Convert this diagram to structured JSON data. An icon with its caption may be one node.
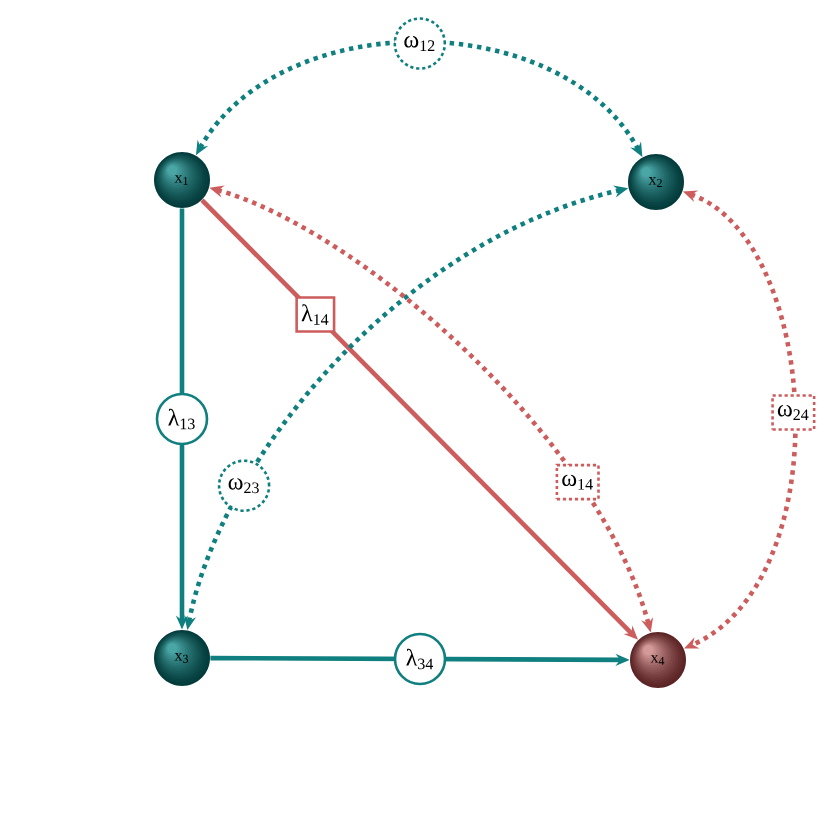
{
  "diagram": {
    "nodes": [
      {
        "text": [
          "x$_{1}$"
        ]
      },
      {
        "text": [
          "x$_{2}$"
        ]
      },
      {
        "text": [
          "x$_{3}$"
        ]
      },
      {
        "text": [
          "x$_{4}$"
        ]
      }
    ],
    "edges": [
      {
        "from": 0,
        "to": 1,
        "arrow": "both",
        "style": "dashed",
        "label": "ω$_{12}$"
      },
      {
        "from": 0,
        "to": 3,
        "arrow": "to",
        "color": "#cd5c5c",
        "label": "λ$_{14}$"
      },
      {
        "from": 0,
        "to": 2,
        "arrow": "to",
        "label": "λ$_{13}$"
      },
      {
        "from": 2,
        "to": 1,
        "arrow": "both",
        "style": "dashed",
        "label": "ω$_{23}$"
      },
      {
        "from": 0,
        "to": 3,
        "arrow": "both",
        "style": "dashed",
        "color": "#cd5c5c",
        "label": "ω$_{14}$"
      },
      {
        "from": 1,
        "to": 3,
        "arrow": "both",
        "style": "dashed",
        "color": "#cd5c5c",
        "label": "ω$_{24}$"
      },
      {
        "from": 2,
        "to": 3,
        "arrow": "to",
        "label": "λ$_{34}$"
      }
    ]
  }
}
